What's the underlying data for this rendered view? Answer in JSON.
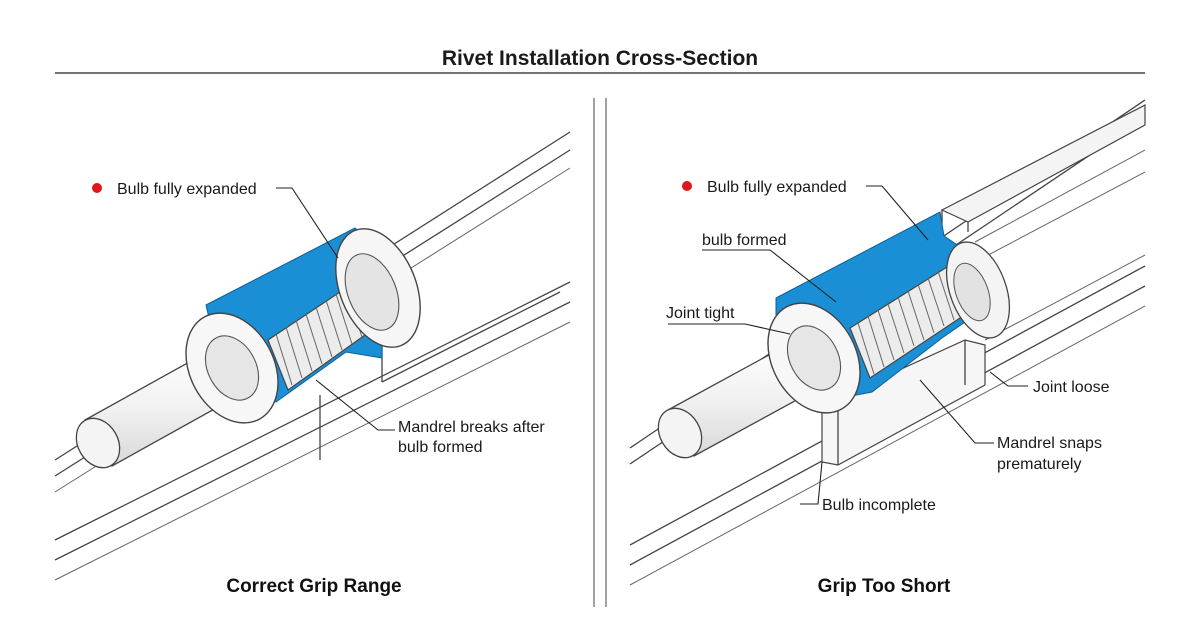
{
  "title": "Rivet Installation Cross-Section",
  "colors": {
    "bulb_fill": "#1a8fd6",
    "marker_dot": "#e0161b",
    "line": "#444444"
  },
  "panels": [
    {
      "heading": "Correct Grip Range",
      "labels": {
        "bulb_fully_expanded": "Bulb fully expanded",
        "mandrel_breaks_line1": "Mandrel breaks after",
        "mandrel_breaks_line2": "bulb formed"
      }
    },
    {
      "heading": "Grip Too Short",
      "labels": {
        "bulb_fully_expanded": "Bulb fully expanded",
        "bulb_formed": "bulb formed",
        "joint_tight": "Joint tight",
        "joint_loose": "Joint loose",
        "mandrel_snaps_line1": "Mandrel snaps",
        "mandrel_snaps_line2": "prematurely",
        "bulb_incomplete": "Bulb incomplete"
      }
    }
  ]
}
